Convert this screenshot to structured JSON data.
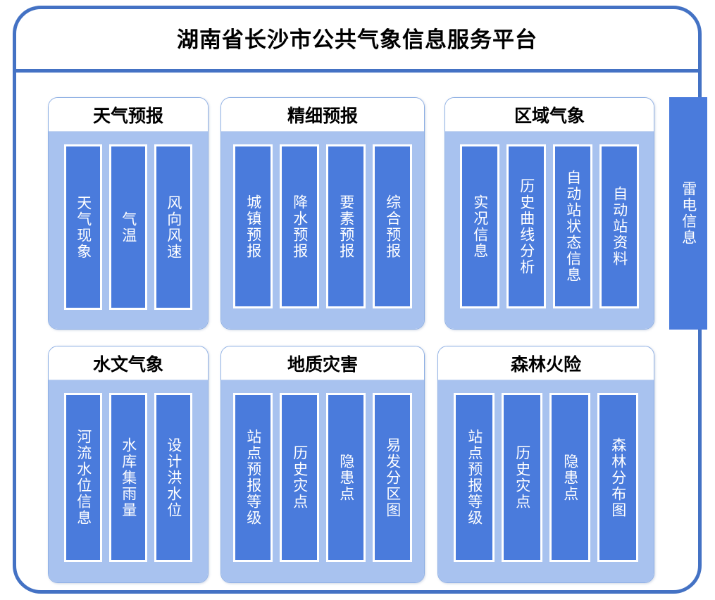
{
  "header": {
    "title": "湖南省长沙市公共气象信息服务平台"
  },
  "colors": {
    "frame_border": "#4472C4",
    "panel_border": "#8FB0E4",
    "panel_body": "#A8C2EF",
    "item_fill": "#4A7BDC",
    "item_border": "#FFFFFF",
    "title_text": "#000000",
    "item_text": "#FFFFFF"
  },
  "panels": [
    {
      "id": "weather-forecast",
      "title": "天气预报",
      "items": [
        "天气现象",
        "气温",
        "风向风速"
      ]
    },
    {
      "id": "fine-forecast",
      "title": "精细预报",
      "items": [
        "城镇预报",
        "降水预报",
        "要素预报",
        "综合预报"
      ]
    },
    {
      "id": "regional-meteorology",
      "title": "区域气象",
      "items": [
        "实况信息",
        "历史曲线分析",
        "自动站状态信息",
        "自动站资料"
      ]
    },
    {
      "id": "hydrological-meteorology",
      "title": "水文气象",
      "items": [
        "河流水位信息",
        "水库集雨量",
        "设计洪水位"
      ]
    },
    {
      "id": "geological-disaster",
      "title": "地质灾害",
      "items": [
        "站点预报等级",
        "历史灾点",
        "隐患点",
        "易发分区图"
      ]
    },
    {
      "id": "forest-fire-risk",
      "title": "森林火险",
      "items": [
        "站点预报等级",
        "历史灾点",
        "隐患点",
        "森林分布图"
      ]
    }
  ],
  "lightning_bar": {
    "label": "雷电信息"
  }
}
